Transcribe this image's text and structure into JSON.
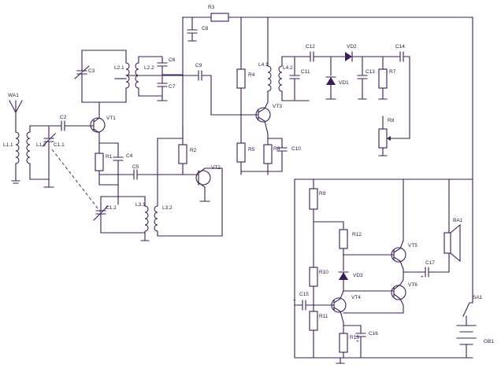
{
  "labels": {
    "WA1": "WA1",
    "L11": "L1.1",
    "L12": "L1.2",
    "C11": "C1.1",
    "C12": "C1.2",
    "C2": "C2",
    "VT1": "VT1",
    "C3": "C3",
    "L21": "L2.1",
    "L22": "L2.2",
    "C6": "C6",
    "C7": "C7",
    "C8": "C8",
    "C9": "C9",
    "R1": "R1",
    "C4": "C4",
    "C5": "C5",
    "L31": "L3.1",
    "L32": "L3.2",
    "R2": "R2",
    "VT2": "VT2",
    "R3": "R3",
    "R4": "R4",
    "R5": "R5",
    "L41": "L4.1",
    "L42": "L4.2",
    "C11b": "C11",
    "VT3": "VT3",
    "R6": "R6",
    "C10": "C10",
    "C12b": "C12",
    "VD2": "VD2",
    "VD1": "VD1",
    "C13": "C13",
    "C14": "C14",
    "R7": "R7",
    "R8": "R8",
    "R9": "R9",
    "R10": "R10",
    "R11": "R11",
    "R12": "R12",
    "R13": "R13",
    "VD3": "VD3",
    "VT4": "VT4",
    "VT5": "VT5",
    "VT6": "VT6",
    "C15": "C15",
    "C16": "C16",
    "C17": "C17",
    "BA1": "BA1",
    "SA1": "SA1",
    "GB1": "GB1"
  }
}
